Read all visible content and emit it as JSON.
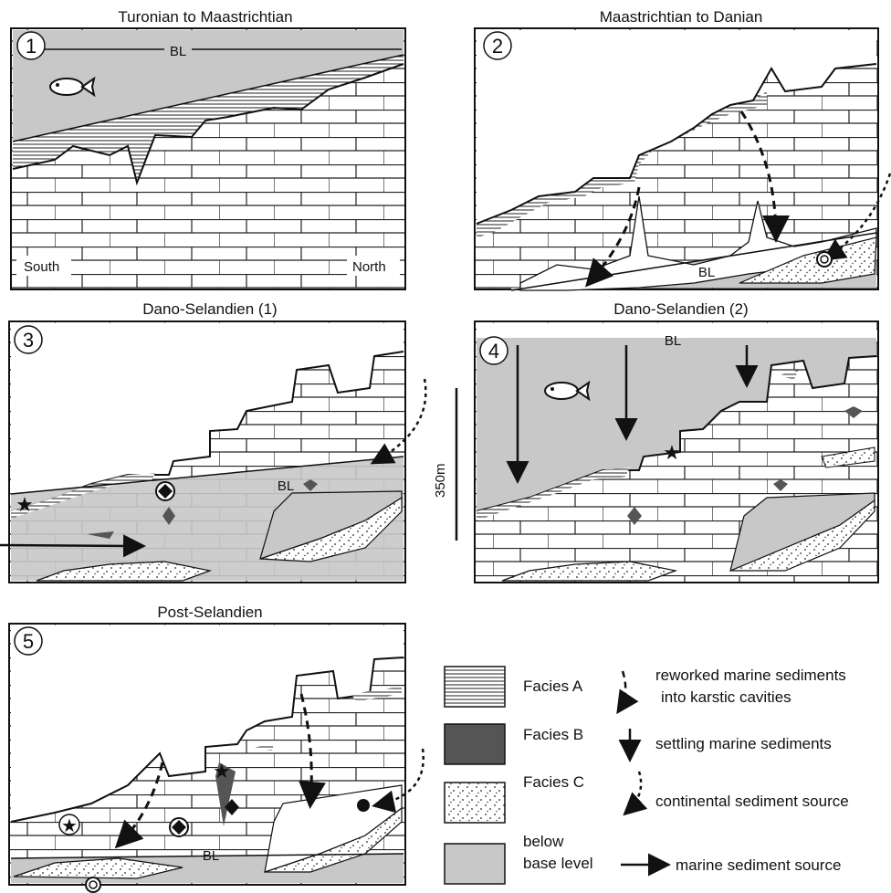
{
  "panels": [
    {
      "number": "1",
      "title": "Turonian to Maastrichtian",
      "bl": "BL",
      "south": "South",
      "north": "North"
    },
    {
      "number": "2",
      "title": "Maastrichtian to Danian",
      "bl": "BL"
    },
    {
      "number": "3",
      "title": "Dano-Selandien (1)",
      "bl": "BL"
    },
    {
      "number": "4",
      "title": "Dano-Selandien (2)",
      "bl": "BL"
    },
    {
      "number": "5",
      "title": "Post-Selandien",
      "bl": "BL"
    }
  ],
  "scale_label": "350m",
  "legend": {
    "facies_a": "Facies A",
    "facies_b": "Facies B",
    "facies_c": "Facies C",
    "below_1": "below",
    "below_2": "base level",
    "reworked_1": "reworked marine sediments",
    "reworked_2": "into karstic cavities",
    "settling": "settling marine sediments",
    "continental": "continental sediment source",
    "marine": "marine sediment source"
  },
  "colors": {
    "gray": "#c8c8c8",
    "dark": "#555555",
    "line": "#111111"
  }
}
